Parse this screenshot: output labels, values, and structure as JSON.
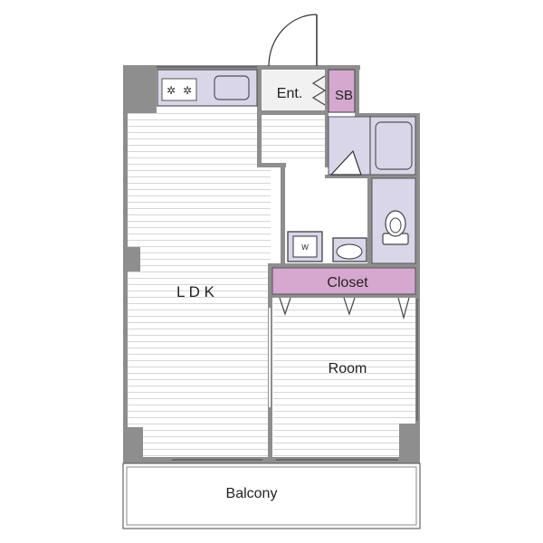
{
  "floorplan": {
    "rooms": {
      "ldk": "L D K",
      "entrance": "Ent.",
      "shoe_box": "SB",
      "closet": "Closet",
      "room": "Room",
      "balcony": "Balcony",
      "washer": "W"
    },
    "colors": {
      "wall": "#8e8e8e",
      "floor_line": "#d6d6d6",
      "fixture": "#d9d6ea",
      "storage": "#d6a8cf",
      "balcony": "#ffffff"
    },
    "icons": [
      "entrance-door-icon",
      "gas-stove-icon",
      "kitchen-sink-icon",
      "bathtub-icon",
      "toilet-icon",
      "washing-machine-icon",
      "wash-basin-icon"
    ]
  }
}
